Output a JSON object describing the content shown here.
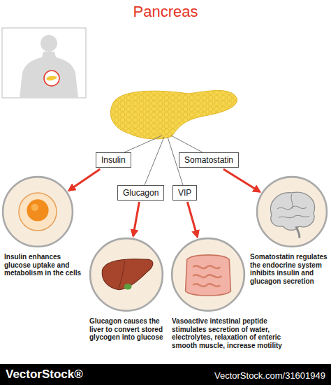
{
  "diagram": {
    "title": "Pancreas",
    "nodes": [
      {
        "text": [
          "Insulin"
        ]
      },
      {
        "text": [
          "Somatostatin"
        ]
      },
      {
        "text": [
          "Glucagon"
        ]
      },
      {
        "text": [
          "VIP"
        ]
      },
      {
        "text": [
          "Insulin enhances glucose uptake and metabolism in the cells"
        ]
      },
      {
        "text": [
          "Somatostatin regulates the endocrine system inhibits insulin and glucagon secretion"
        ]
      },
      {
        "text": [
          "Glucagon causes the liver to convert stored glycogen into glucose"
        ]
      },
      {
        "text": [
          "Vasoactive intestinal peptide stimulates secretion of water, electrolytes, relaxation of enteric smooth muscle, increase motility"
        ]
      }
    ],
    "edges": [
      {
        "from": 0,
        "to": 4,
        "arrow": "to"
      },
      {
        "from": 1,
        "to": 5,
        "arrow": "to"
      },
      {
        "from": 2,
        "to": 6,
        "arrow": "to"
      },
      {
        "from": 3,
        "to": 7,
        "arrow": "to"
      }
    ],
    "labels": [
      "VectorStock®",
      "VectorStock.com/31601949"
    ]
  }
}
